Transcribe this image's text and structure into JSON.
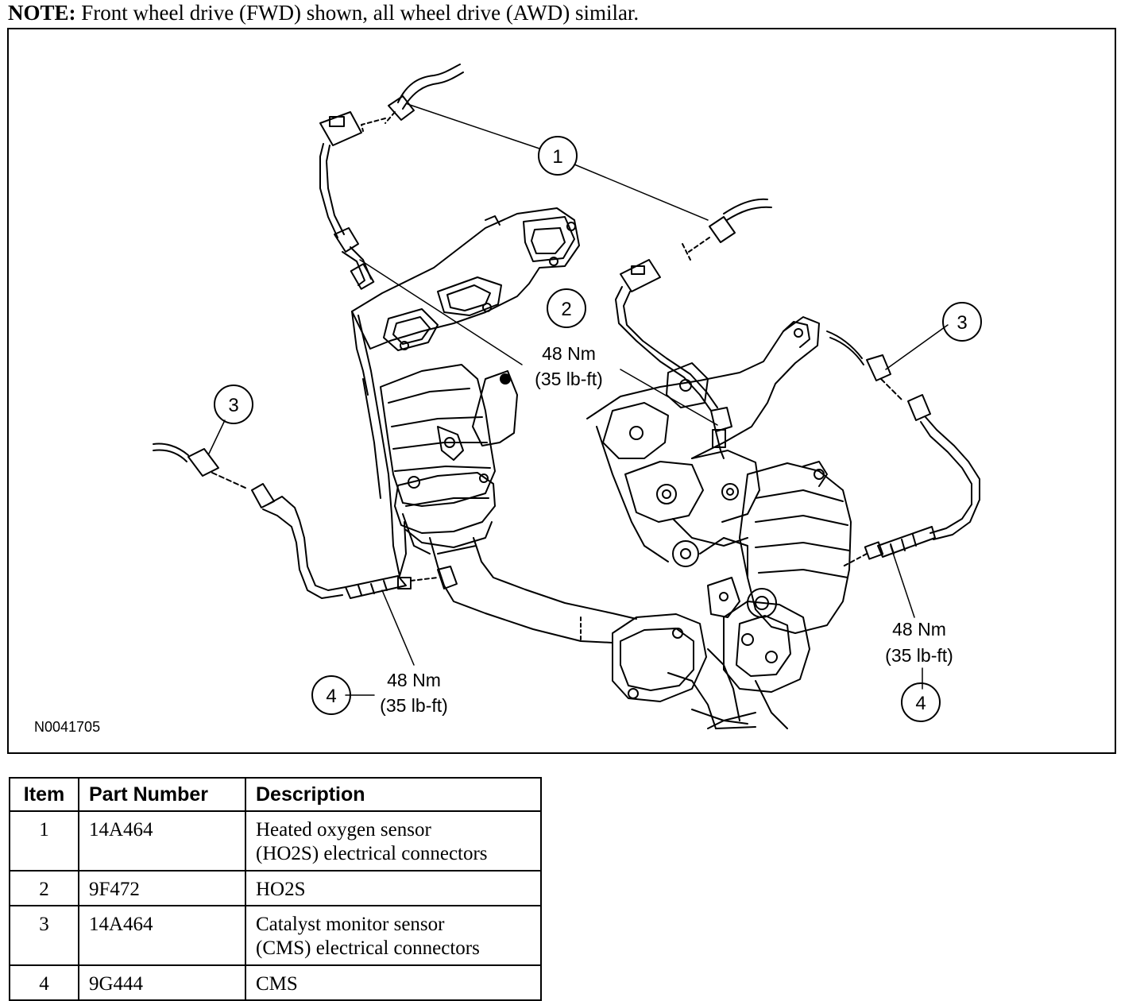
{
  "note": {
    "prefix": "NOTE:",
    "text": "Front wheel drive (FWD) shown, all wheel drive (AWD) similar."
  },
  "diagram": {
    "figure_code": "N0041705",
    "callouts": [
      "1",
      "2",
      "3",
      "3",
      "4",
      "4"
    ],
    "torque": [
      {
        "nm": "48 Nm",
        "lbft": "(35 lb-ft)"
      },
      {
        "nm": "48 Nm",
        "lbft": "(35 lb-ft)"
      },
      {
        "nm": "48 Nm",
        "lbft": "(35 lb-ft)"
      }
    ]
  },
  "table": {
    "headers": [
      "Item",
      "Part Number",
      "Description"
    ],
    "rows": [
      {
        "item": "1",
        "part": "14A464",
        "desc1": "Heated oxygen sensor",
        "desc2": "(HO2S) electrical connectors"
      },
      {
        "item": "2",
        "part": "9F472",
        "desc1": "HO2S",
        "desc2": ""
      },
      {
        "item": "3",
        "part": "14A464",
        "desc1": "Catalyst monitor sensor",
        "desc2": "(CMS) electrical connectors"
      },
      {
        "item": "4",
        "part": "9G444",
        "desc1": "CMS",
        "desc2": ""
      }
    ]
  }
}
